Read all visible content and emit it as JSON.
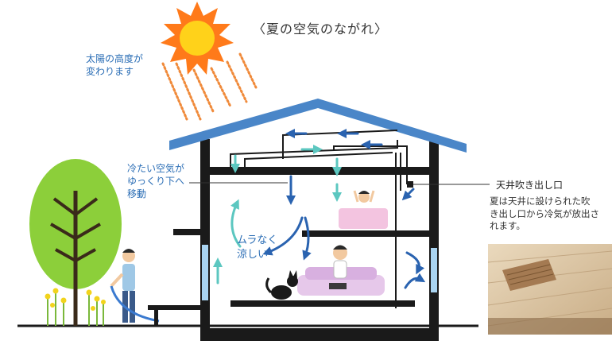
{
  "title": "〈夏の空気のながれ〉",
  "labels": {
    "sun_altitude": [
      "太陽の高度が",
      "変わります"
    ],
    "cool_air": [
      "冷たい空気が",
      "ゆっくり下へ",
      "移動"
    ],
    "uneven": [
      "ムラなく",
      "涼しい"
    ],
    "vent_title": "天井吹き出し口",
    "vent_desc": [
      "夏は天井に設けられた吹",
      "き出し口から冷気が放出さ",
      "れます。"
    ]
  },
  "icons": [
    "sun-icon",
    "tree-icon",
    "house-section",
    "airflow-arrows",
    "sofa-icon",
    "cat-icon",
    "bed-icon",
    "person-icon"
  ],
  "colors": {
    "roof": "#4a86c8",
    "wall": "#1a1a1a",
    "arrow_teal": "#5cc7c0",
    "arrow_blue": "#2a63b0",
    "sun": "#ff7a1a",
    "sun_core": "#ffd21a",
    "tree": "#8ccf3a"
  }
}
